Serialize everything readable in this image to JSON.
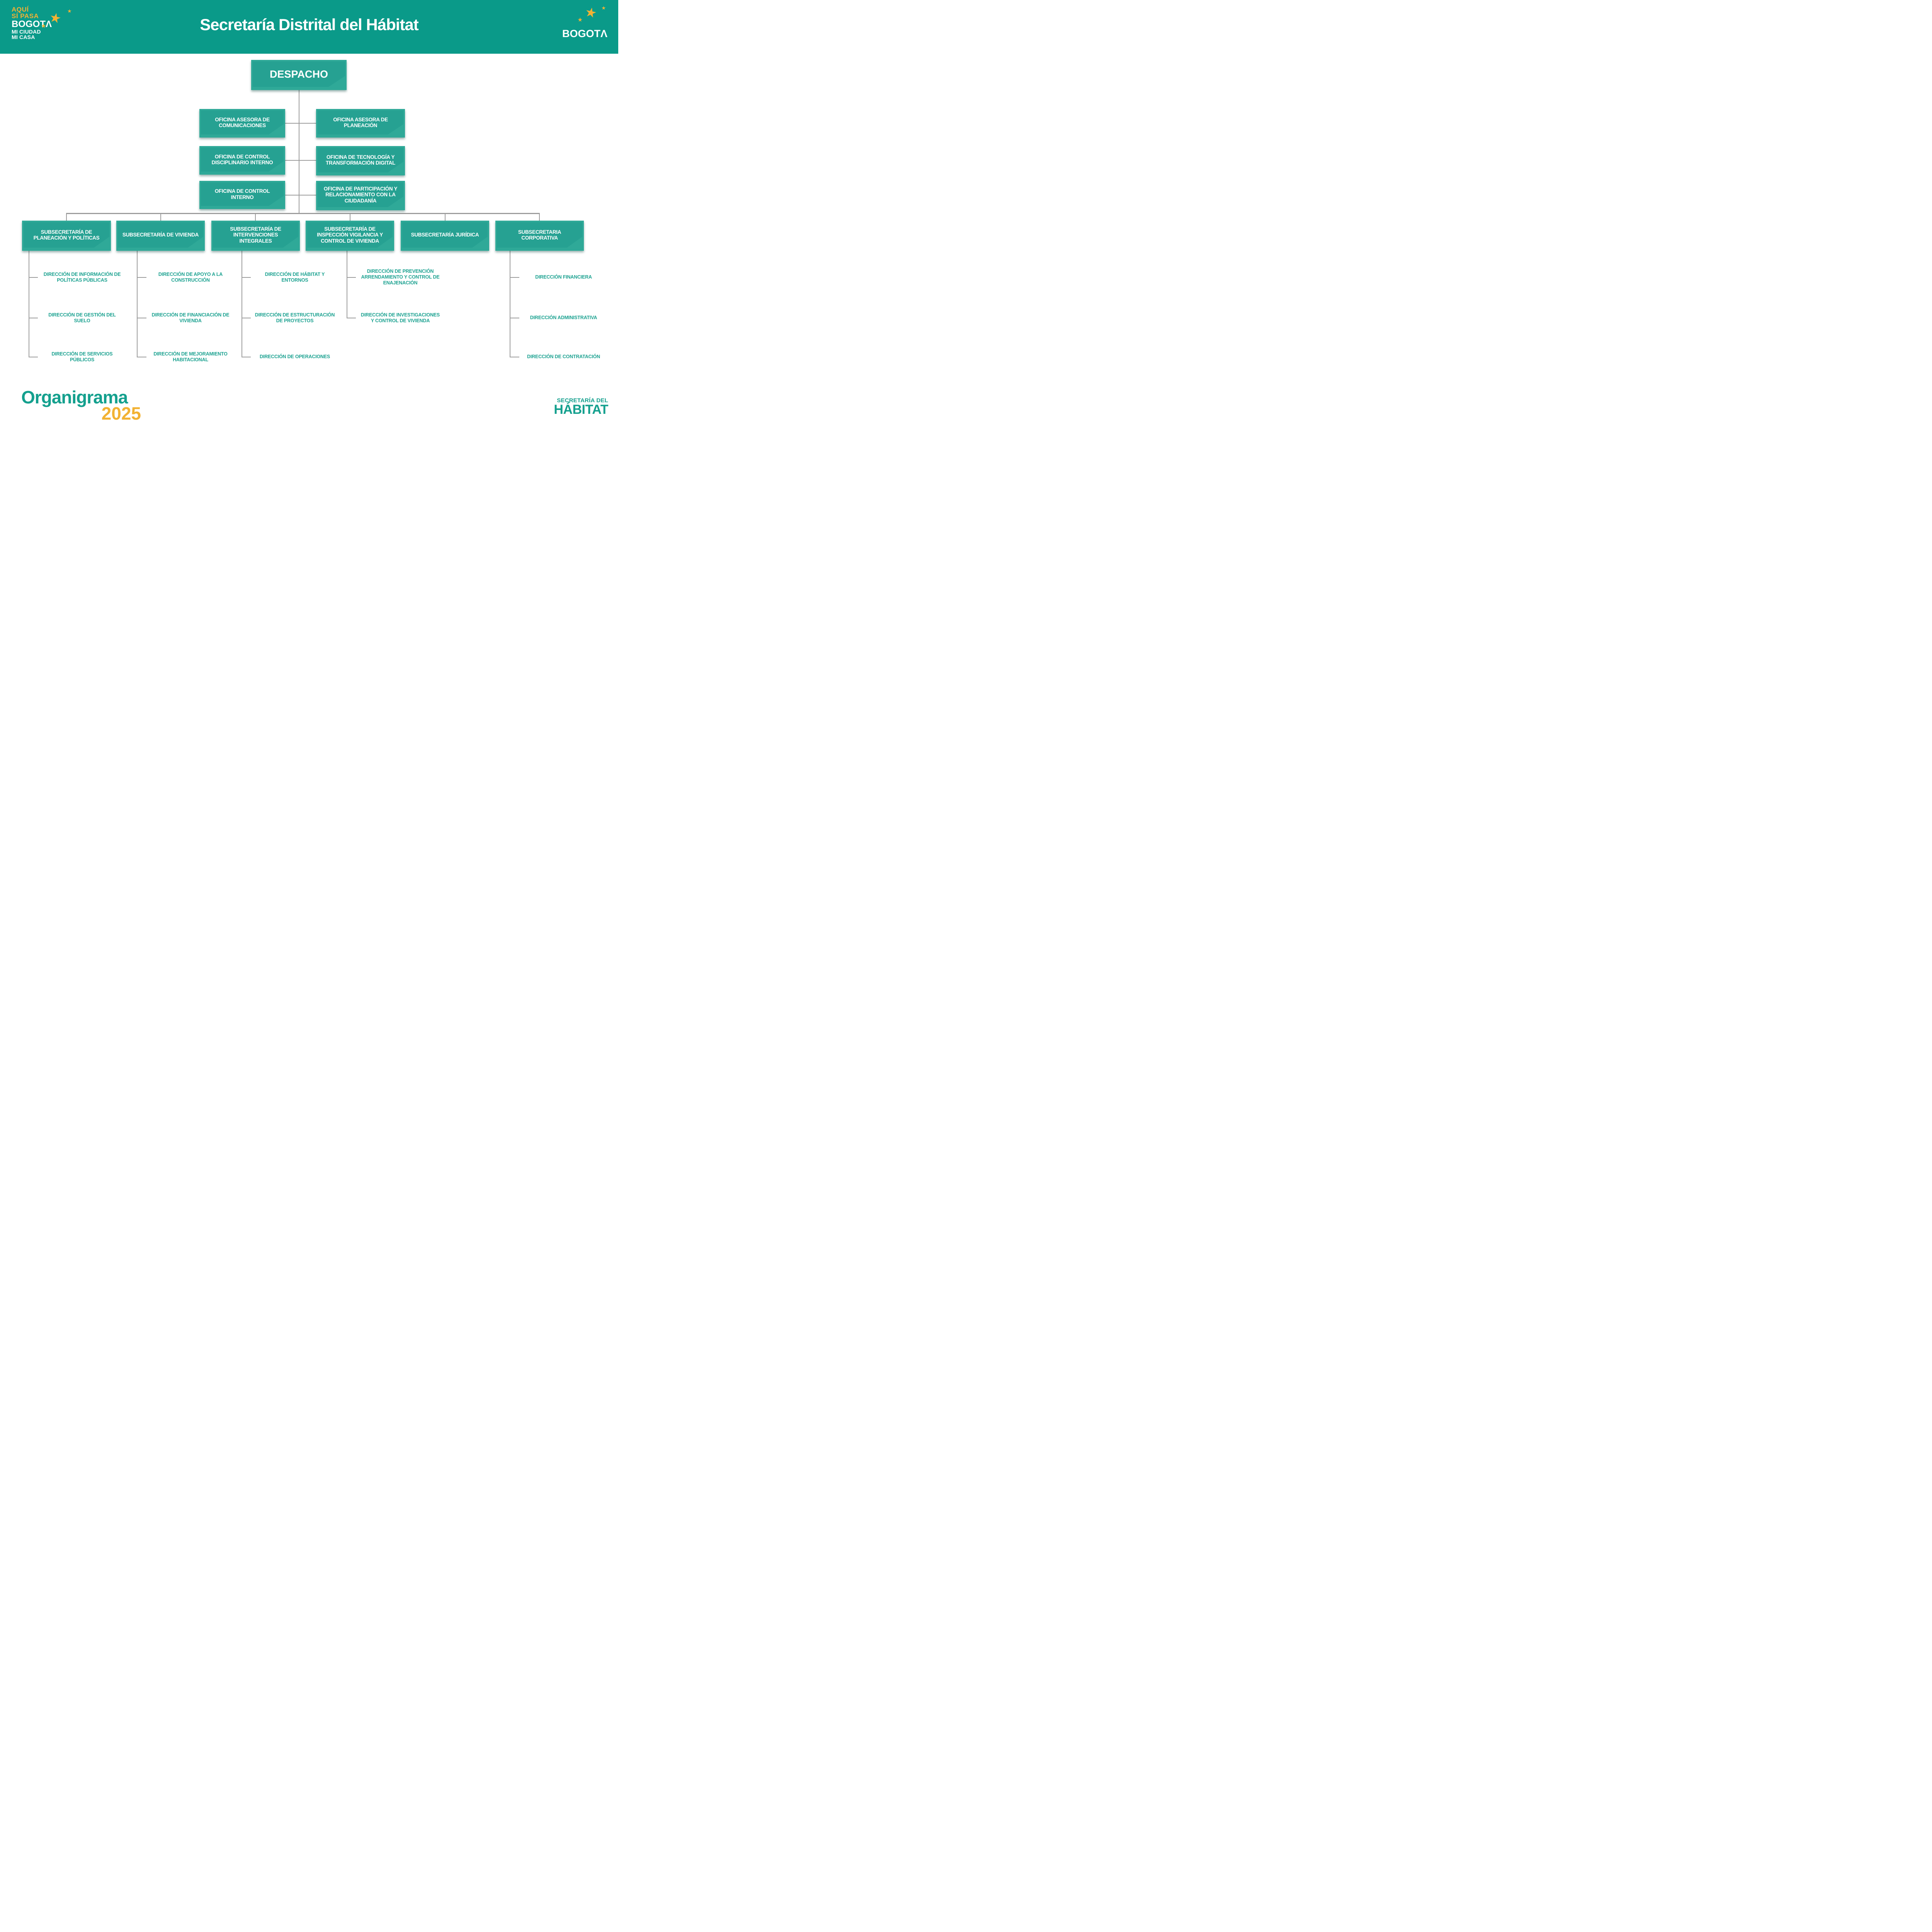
{
  "theme": {
    "teal": "#0a9a89",
    "box-outer": "#2fa998",
    "box-inner": "#26a192",
    "text-teal": "#1fa392",
    "yellow": "#f2b233",
    "line": "#9c9c9c"
  },
  "icons": {
    "star": "★"
  },
  "header": {
    "title": "Secretaría Distrital del Hábitat",
    "logo_left": {
      "line1": "AQUÍ",
      "line2": "SÍ PASA",
      "line3": "BOGOTΛ",
      "line4": "MI CIUDAD",
      "line5": "MI CASA"
    },
    "logo_right": {
      "word": "BOGOTΛ"
    }
  },
  "org": {
    "root": "DESPACHO",
    "offices_left": [
      "OFICINA ASESORA DE COMUNICACIONES",
      "OFICINA DE CONTROL DISCIPLINARIO INTERNO",
      "OFICINA DE CONTROL INTERNO"
    ],
    "offices_right": [
      "OFICINA ASESORA DE PLANEACIÓN",
      "OFICINA DE TECNOLOGÍA Y TRANSFORMACIÓN DIGITAL",
      "OFICINA DE PARTICIPACIÓN Y RELACIONAMIENTO CON LA CIUDADANÍA"
    ],
    "subsecretarias": [
      {
        "label": "SUBSECRETARÍA DE PLANEACIÓN Y POLÍTICAS",
        "direcciones": [
          "DIRECCIÓN DE INFORMACIÓN DE POLÍTICAS PÚBLICAS",
          "DIRECCIÓN DE GESTIÓN DEL SUELO",
          "DIRECCIÓN DE SERVICIOS PÚBLICOS"
        ]
      },
      {
        "label": "SUBSECRETARÍA DE VIVIENDA",
        "direcciones": [
          "DIRECCIÓN DE APOYO A LA CONSTRUCCIÓN",
          "DIRECCIÓN DE FINANCIACIÓN DE VIVIENDA",
          "DIRECCIÓN DE MEJORAMIENTO HABITACIONAL"
        ]
      },
      {
        "label": "SUBSECRETARÍA DE INTERVENCIONES INTEGRALES",
        "direcciones": [
          "DIRECCIÓN DE HÁBITAT Y ENTORNOS",
          "DIRECCIÓN DE ESTRUCTURACIÓN DE PROYECTOS",
          "DIRECCIÓN DE OPERACIONES"
        ]
      },
      {
        "label": "SUBSECRETARÍA DE INSPECCIÓN VIGILANCIA Y CONTROL DE VIVIENDA",
        "direcciones": [
          "DIRECCIÓN DE PREVENCIÓN ARRENDAMIENTO Y CONTROL DE ENAJENACIÓN",
          "DIRECCIÓN DE INVESTIGACIONES Y CONTROL DE VIVIENDA"
        ]
      },
      {
        "label": "SUBSECRETARÍA JURÍDICA",
        "direcciones": []
      },
      {
        "label": "SUBSECRETARIA CORPORATIVA",
        "direcciones": [
          "DIRECCIÓN FINANCIERA",
          "DIRECCIÓN ADMINISTRATIVA",
          "DIRECCIÓN DE CONTRATACIÓN"
        ]
      }
    ]
  },
  "footer": {
    "title": "Organigrama",
    "year": "2025",
    "brand_top": "SECRETARÍA DEL",
    "brand_bottom": "HÁBITAT"
  }
}
